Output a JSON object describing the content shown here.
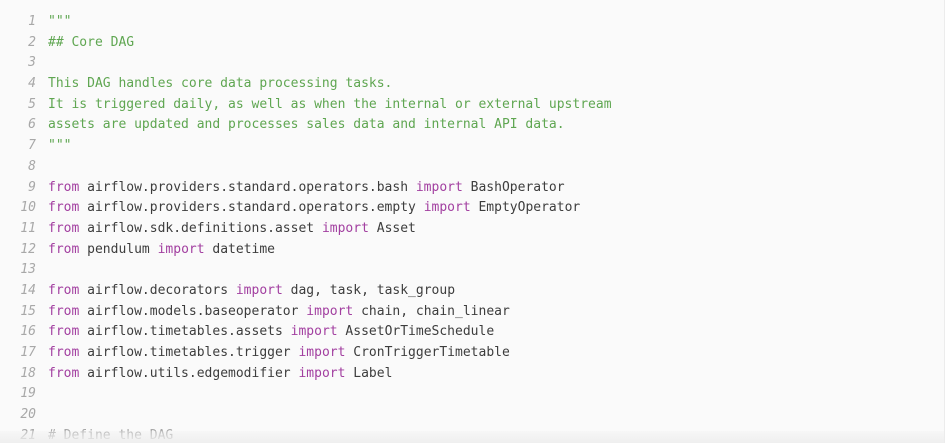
{
  "editor": {
    "lines": [
      {
        "num": "1",
        "parts": [
          {
            "t": "\"\"\"",
            "c": "doc"
          }
        ]
      },
      {
        "num": "2",
        "parts": [
          {
            "t": "## Core DAG",
            "c": "doc"
          }
        ]
      },
      {
        "num": "3",
        "parts": []
      },
      {
        "num": "4",
        "parts": [
          {
            "t": "This DAG handles core data processing tasks.",
            "c": "doc"
          }
        ]
      },
      {
        "num": "5",
        "parts": [
          {
            "t": "It is triggered daily, as well as when the internal or external upstream",
            "c": "doc"
          }
        ]
      },
      {
        "num": "6",
        "parts": [
          {
            "t": "assets are updated and processes sales data and internal API data.",
            "c": "doc"
          }
        ]
      },
      {
        "num": "7",
        "parts": [
          {
            "t": "\"\"\"",
            "c": "doc"
          }
        ]
      },
      {
        "num": "8",
        "parts": []
      },
      {
        "num": "9",
        "parts": [
          {
            "t": "from",
            "c": "kw"
          },
          {
            "t": " airflow.providers.standard.operators.bash ",
            "c": "plain"
          },
          {
            "t": "import",
            "c": "kw"
          },
          {
            "t": " BashOperator",
            "c": "plain"
          }
        ]
      },
      {
        "num": "10",
        "parts": [
          {
            "t": "from",
            "c": "kw"
          },
          {
            "t": " airflow.providers.standard.operators.empty ",
            "c": "plain"
          },
          {
            "t": "import",
            "c": "kw"
          },
          {
            "t": " EmptyOperator",
            "c": "plain"
          }
        ]
      },
      {
        "num": "11",
        "parts": [
          {
            "t": "from",
            "c": "kw"
          },
          {
            "t": " airflow.sdk.definitions.asset ",
            "c": "plain"
          },
          {
            "t": "import",
            "c": "kw"
          },
          {
            "t": " Asset",
            "c": "plain"
          }
        ]
      },
      {
        "num": "12",
        "parts": [
          {
            "t": "from",
            "c": "kw"
          },
          {
            "t": " pendulum ",
            "c": "plain"
          },
          {
            "t": "import",
            "c": "kw"
          },
          {
            "t": " datetime",
            "c": "plain"
          }
        ]
      },
      {
        "num": "13",
        "parts": []
      },
      {
        "num": "14",
        "parts": [
          {
            "t": "from",
            "c": "kw"
          },
          {
            "t": " airflow.decorators ",
            "c": "plain"
          },
          {
            "t": "import",
            "c": "kw"
          },
          {
            "t": " dag, task, task_group",
            "c": "plain"
          }
        ]
      },
      {
        "num": "15",
        "parts": [
          {
            "t": "from",
            "c": "kw"
          },
          {
            "t": " airflow.models.baseoperator ",
            "c": "plain"
          },
          {
            "t": "import",
            "c": "kw"
          },
          {
            "t": " chain, chain_linear",
            "c": "plain"
          }
        ]
      },
      {
        "num": "16",
        "parts": [
          {
            "t": "from",
            "c": "kw"
          },
          {
            "t": " airflow.timetables.assets ",
            "c": "plain"
          },
          {
            "t": "import",
            "c": "kw"
          },
          {
            "t": " AssetOrTimeSchedule",
            "c": "plain"
          }
        ]
      },
      {
        "num": "17",
        "parts": [
          {
            "t": "from",
            "c": "kw"
          },
          {
            "t": " airflow.timetables.trigger ",
            "c": "plain"
          },
          {
            "t": "import",
            "c": "kw"
          },
          {
            "t": " CronTriggerTimetable",
            "c": "plain"
          }
        ]
      },
      {
        "num": "18",
        "parts": [
          {
            "t": "from",
            "c": "kw"
          },
          {
            "t": " airflow.utils.edgemodifier ",
            "c": "plain"
          },
          {
            "t": "import",
            "c": "kw"
          },
          {
            "t": " Label",
            "c": "plain"
          }
        ]
      },
      {
        "num": "19",
        "parts": []
      },
      {
        "num": "20",
        "parts": []
      },
      {
        "num": "21",
        "parts": [
          {
            "t": "# Define the DAG",
            "c": "comment"
          }
        ]
      }
    ]
  },
  "colors": {
    "docstring": "#5fa651",
    "keyword": "#a23fa0",
    "text": "#3d3d3d",
    "line_number": "#a8a8a8",
    "background": "#fafafa"
  }
}
